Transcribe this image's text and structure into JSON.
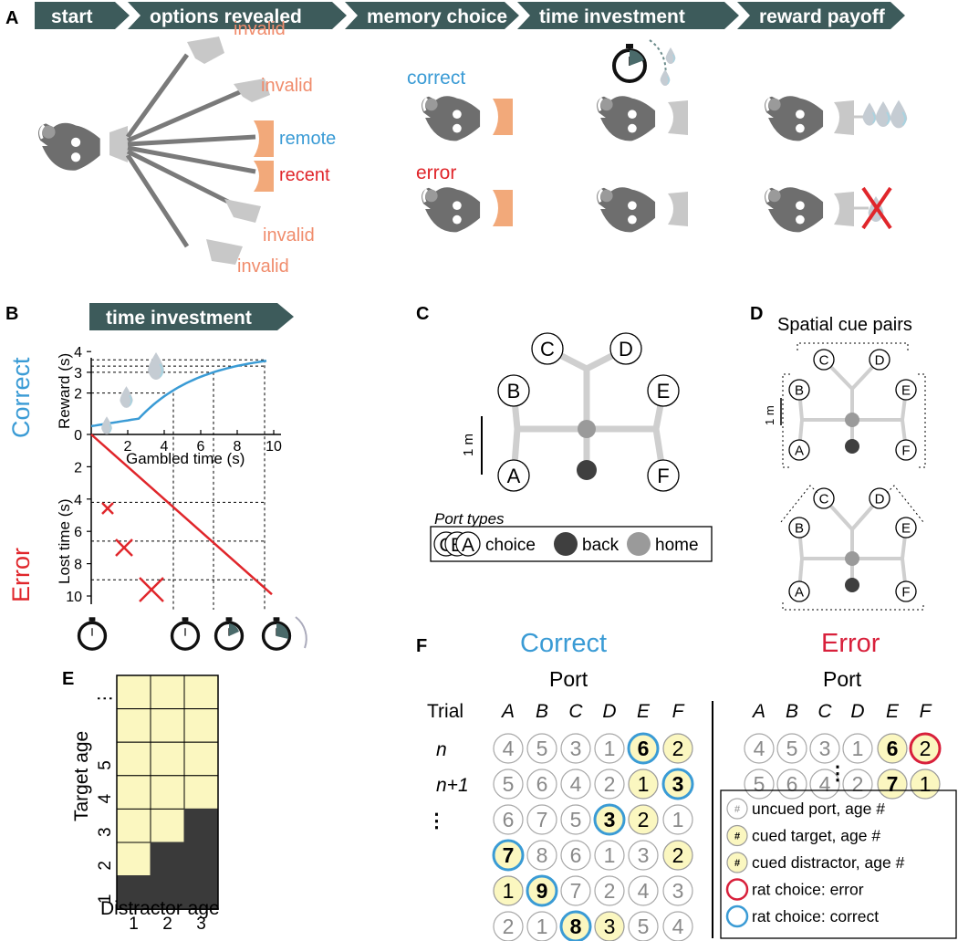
{
  "panel_labels": {
    "A": "A",
    "B": "B",
    "C": "C",
    "D": "D",
    "E": "E",
    "F": "F"
  },
  "panel_a": {
    "stages": [
      "start",
      "options revealed",
      "memory choice",
      "time investment",
      "reward payoff"
    ],
    "invalid_label": "invalid",
    "remote_label": "remote",
    "recent_label": "recent",
    "correct_label": "correct",
    "error_label": "error"
  },
  "panel_b": {
    "banner": "time investment",
    "correct_side_label": "Correct",
    "error_side_label": "Error",
    "reward_axis_label": "Reward (s)",
    "lost_axis_label": "Lost time (s)",
    "gambled_axis_label": "Gambled time (s)",
    "reward_ticks": [
      "0",
      "2",
      "3",
      "4"
    ],
    "lost_ticks": [
      "2",
      "4",
      "6",
      "8",
      "10"
    ],
    "x_ticks": [
      "2",
      "4",
      "6",
      "8",
      "10"
    ],
    "colors": {
      "reward": "#3a9bd5",
      "lost": "#e0262b",
      "banner": "#3d5b5b"
    }
  },
  "panel_c": {
    "ports": [
      "A",
      "B",
      "C",
      "D",
      "E",
      "F"
    ],
    "scale_label": "1 m",
    "legend_title": "Port types",
    "legend_stack": [
      "C",
      "E",
      "A"
    ],
    "legend_items": [
      "choice",
      "back",
      "home"
    ]
  },
  "panel_d": {
    "title": "Spatial cue pairs",
    "ports": [
      "A",
      "B",
      "C",
      "D",
      "E",
      "F"
    ],
    "scale_label": "1 m"
  },
  "panel_e": {
    "ylabel": "Target age",
    "xlabel": "Distractor age",
    "y_ticks": [
      "1",
      "2",
      "3",
      "4",
      "5",
      "⋮"
    ],
    "x_ticks": [
      "1",
      "2",
      "3"
    ],
    "colors": {
      "valid": "#fbf7c0",
      "invalid": "#3a3a3a"
    }
  },
  "panel_f": {
    "correct_title": "Correct",
    "error_title": "Error",
    "port_header": "Port",
    "trial_header": "Trial",
    "columns": [
      "A",
      "B",
      "C",
      "D",
      "E",
      "F"
    ],
    "correct_rows": [
      {
        "label": "n",
        "cells": [
          [
            "4",
            "u"
          ],
          [
            "5",
            "u"
          ],
          [
            "3",
            "u"
          ],
          [
            "1",
            "u"
          ],
          [
            "6",
            "t"
          ],
          [
            "2",
            "d"
          ]
        ],
        "choice": 4
      },
      {
        "label": "n+1",
        "cells": [
          [
            "5",
            "u"
          ],
          [
            "6",
            "u"
          ],
          [
            "4",
            "u"
          ],
          [
            "2",
            "u"
          ],
          [
            "1",
            "d"
          ],
          [
            "3",
            "t"
          ]
        ],
        "choice": 5
      },
      {
        "label": "⋮",
        "cells": [
          [
            "6",
            "u"
          ],
          [
            "7",
            "u"
          ],
          [
            "5",
            "u"
          ],
          [
            "3",
            "t"
          ],
          [
            "2",
            "d"
          ],
          [
            "1",
            "u"
          ]
        ],
        "choice": 3
      },
      {
        "label": "",
        "cells": [
          [
            "7",
            "t"
          ],
          [
            "8",
            "u"
          ],
          [
            "6",
            "u"
          ],
          [
            "1",
            "u"
          ],
          [
            "3",
            "u"
          ],
          [
            "2",
            "d"
          ]
        ],
        "choice": 0
      },
      {
        "label": "",
        "cells": [
          [
            "1",
            "d"
          ],
          [
            "9",
            "t"
          ],
          [
            "7",
            "u"
          ],
          [
            "2",
            "u"
          ],
          [
            "4",
            "u"
          ],
          [
            "3",
            "u"
          ]
        ],
        "choice": 1
      },
      {
        "label": "",
        "cells": [
          [
            "2",
            "u"
          ],
          [
            "1",
            "u"
          ],
          [
            "8",
            "t"
          ],
          [
            "3",
            "d"
          ],
          [
            "5",
            "u"
          ],
          [
            "4",
            "u"
          ]
        ],
        "choice": 2
      }
    ],
    "error_rows": [
      {
        "cells": [
          [
            "4",
            "u"
          ],
          [
            "5",
            "u"
          ],
          [
            "3",
            "u"
          ],
          [
            "1",
            "u"
          ],
          [
            "6",
            "t"
          ],
          [
            "2",
            "d"
          ]
        ],
        "choice": 5
      },
      {
        "cells": [
          [
            "5",
            "u"
          ],
          [
            "6",
            "u"
          ],
          [
            "4",
            "u"
          ],
          [
            "2",
            "u"
          ],
          [
            "7",
            "t"
          ],
          [
            "1",
            "d"
          ]
        ],
        "choice": -1
      }
    ],
    "error_more": "⋮",
    "legend": [
      {
        "sym": "#",
        "type": "u",
        "text": "uncued port, age #"
      },
      {
        "sym": "#",
        "type": "t",
        "text": "cued target, age #"
      },
      {
        "sym": "#",
        "type": "d",
        "text": "cued distractor, age #"
      },
      {
        "sym": "",
        "type": "err",
        "text": "rat choice: error"
      },
      {
        "sym": "",
        "type": "cor",
        "text": "rat choice: correct"
      }
    ],
    "colors": {
      "correct": "#3a9bd5",
      "error": "#d8203b",
      "cued": "#fbf7c0"
    }
  },
  "colors": {
    "orange": "#f2a97a",
    "gray": "#7a7a7a",
    "lightgray": "#c8c8c8",
    "blue": "#3a9bd5",
    "red": "#e0262b",
    "salmon": "#f08c6c"
  }
}
